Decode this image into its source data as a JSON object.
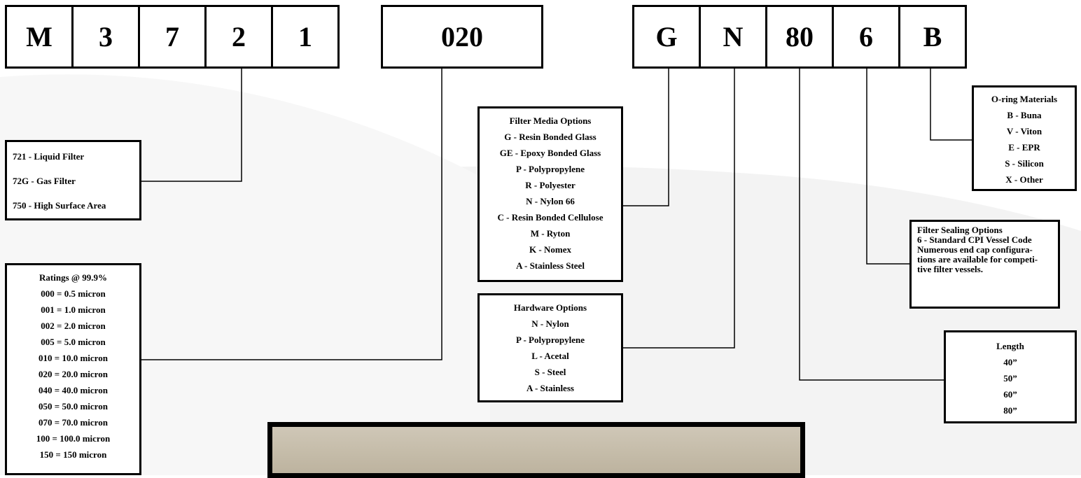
{
  "code_segments": {
    "group1": [
      "M",
      "3",
      "7",
      "2",
      "1"
    ],
    "group2": [
      "020"
    ],
    "group3": [
      "G",
      "N",
      "80",
      "6",
      "B"
    ]
  },
  "series_box": {
    "lines": [
      "721 - Liquid Filter",
      "72G - Gas Filter",
      "750 - High Surface Area"
    ]
  },
  "ratings_box": {
    "title": "Ratings @ 99.9%",
    "lines": [
      "000 = 0.5 micron",
      "001 = 1.0 micron",
      "002 = 2.0 micron",
      "005 = 5.0 micron",
      "010 = 10.0 micron",
      "020 = 20.0 micron",
      "040 = 40.0 micron",
      "050 = 50.0 micron",
      "070 = 70.0 micron",
      "100 = 100.0 micron",
      "150 = 150 micron"
    ]
  },
  "media_box": {
    "title": "Filter Media Options",
    "lines": [
      "G - Resin Bonded Glass",
      "GE - Epoxy Bonded Glass",
      "P - Polypropylene",
      "R - Polyester",
      "N - Nylon 66",
      "C - Resin Bonded Cellulose",
      "M - Ryton",
      "K - Nomex",
      "A - Stainless Steel"
    ]
  },
  "hardware_box": {
    "title": "Hardware Options",
    "lines": [
      "N - Nylon",
      "P - Polypropylene",
      "L - Acetal",
      "S - Steel",
      "A - Stainless"
    ]
  },
  "oring_box": {
    "title": "O-ring Materials",
    "lines": [
      "B - Buna",
      "V - Viton",
      "E - EPR",
      "S - Silicon",
      "X - Other"
    ]
  },
  "sealing_box": {
    "title": "Filter Sealing Options",
    "lines": [
      "6 - Standard CPI Vessel Code",
      "Numerous end cap configura-",
      "tions are available for competi-",
      "tive filter vessels."
    ]
  },
  "length_box": {
    "title": "Length",
    "lines": [
      "40”",
      "50”",
      "60”",
      "80”"
    ]
  }
}
